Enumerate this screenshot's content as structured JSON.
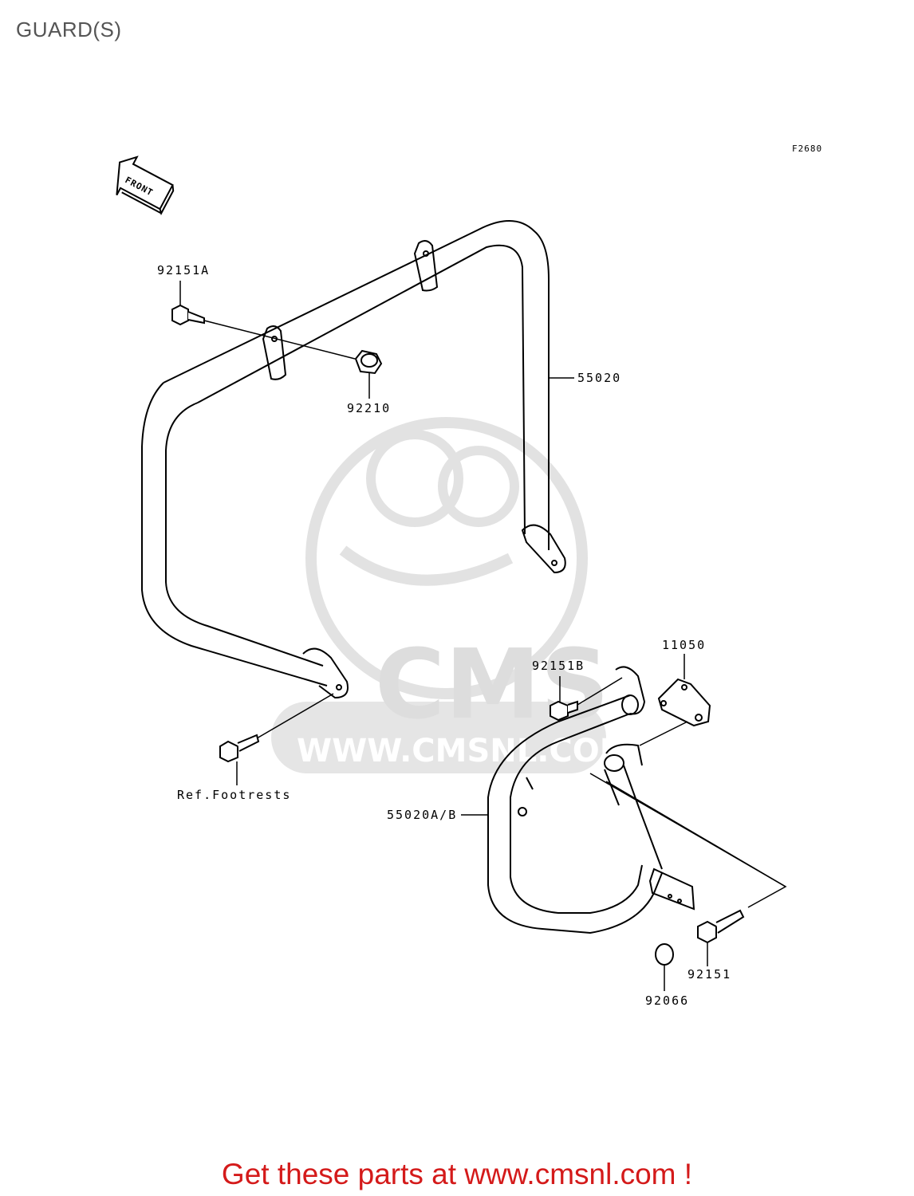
{
  "page": {
    "title": "GUARD(S)",
    "figure_code": "F2680",
    "front_label": "FRONT",
    "footer": "Get these parts at www.cmsnl.com !"
  },
  "watermark": {
    "brand": "CMS",
    "url": "WWW.CMSNL.COM"
  },
  "callouts": {
    "p92151A": "92151A",
    "p92210": "92210",
    "p55020": "55020",
    "p11050": "11050",
    "p92151B": "92151B",
    "ref_footrests": "Ref.Footrests",
    "p55020AB": "55020A/B",
    "p92151": "92151",
    "p92066": "92066"
  }
}
